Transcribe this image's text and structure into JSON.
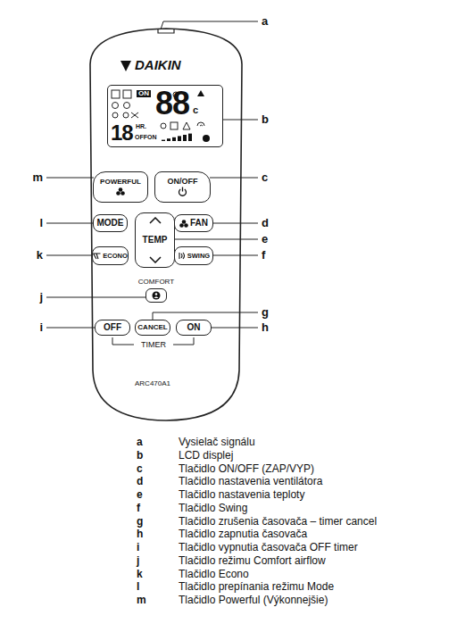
{
  "diagram": {
    "nodes": [
      {
        "text": [
          "DAIKIN",
          "ARC470A1"
        ]
      },
      {
        "text": [
          "ON",
          "88",
          "c",
          "18",
          "HR.",
          "OFFON"
        ],
        "in": 0
      },
      {
        "text": [
          "POWERFUL"
        ],
        "in": 0
      },
      {
        "text": [
          "ON/OFF"
        ],
        "in": 0
      },
      {
        "text": [
          "MODE"
        ],
        "in": 0
      },
      {
        "text": [
          "FAN"
        ],
        "in": 0
      },
      {
        "text": [
          "TEMP"
        ],
        "in": 0
      },
      {
        "text": [
          "ECONO"
        ],
        "in": 0
      },
      {
        "text": [
          "SWING"
        ],
        "in": 0
      },
      {
        "text": [
          "COMFORT"
        ],
        "in": 0
      },
      {
        "text": [
          "CANCEL"
        ],
        "in": 0
      },
      {
        "text": [
          "OFF"
        ],
        "in": 0
      },
      {
        "text": [
          "ON"
        ],
        "in": 0
      }
    ],
    "labels": [
      "a",
      "b",
      "c",
      "d",
      "e",
      "f",
      "g",
      "h",
      "i",
      "j",
      "k",
      "l",
      "m",
      "TIMER",
      "a",
      "Vysielač signálu",
      "b",
      "LCD displej",
      "c",
      "Tlačidlo ON/OFF (ZAP/VYP)",
      "d",
      "Tlačidlo nastavenia ventilátora",
      "e",
      "Tlačidlo nastavenia teploty",
      "f",
      "Tlačidlo Swing",
      "g",
      "Tlačidlo zrušenia časovača – timer cancel",
      "h",
      "Tlačidlo zapnutia časovača",
      "i",
      "Tlačidlo vypnutia časovača OFF timer",
      "j",
      "Tlačidlo režimu Comfort airflow",
      "k",
      "Tlačidlo Econo",
      "l",
      "Tlačidlo prepínania režimu Mode",
      "m",
      "Tlačidlo Powerful (Výkonnejšie)"
    ]
  }
}
